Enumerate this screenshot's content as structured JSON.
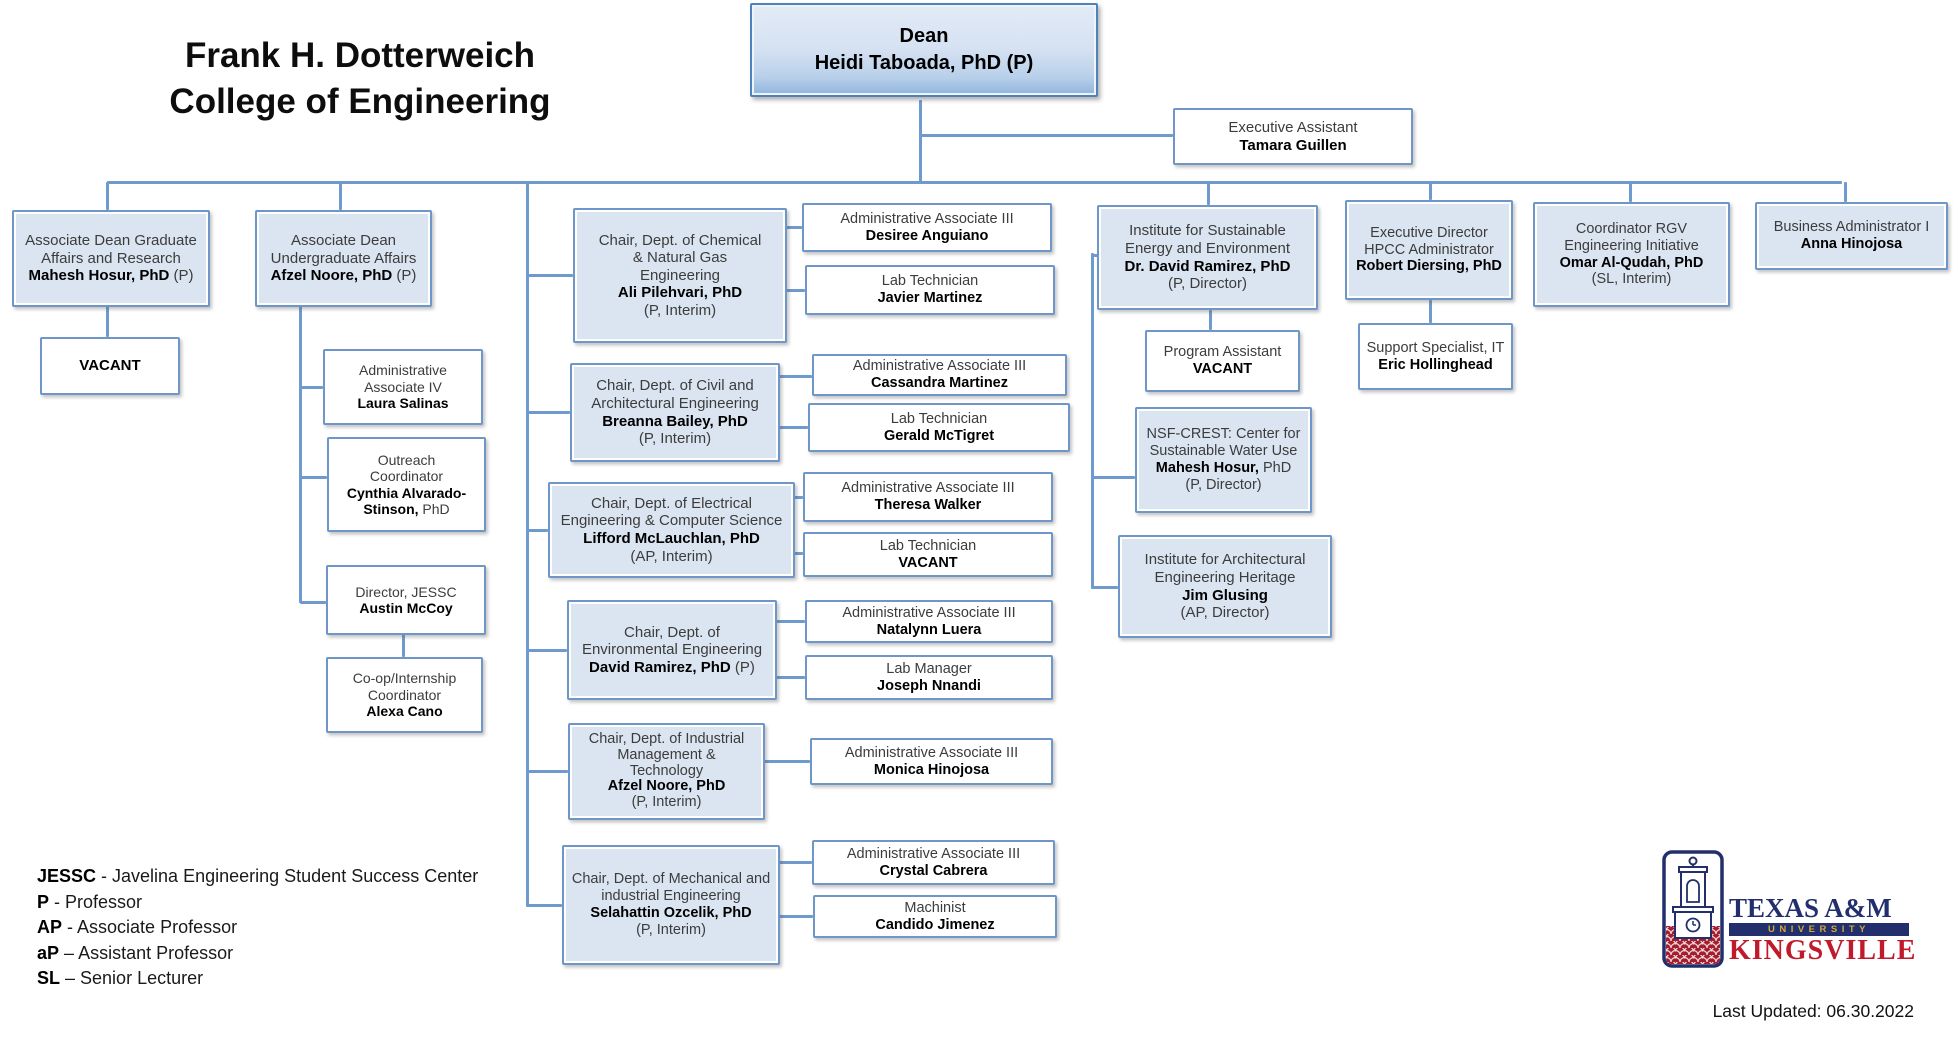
{
  "header": {
    "title_line1": "Frank H. Dotterweich",
    "title_line2": "College of Engineering"
  },
  "footer": {
    "last_updated": "Last Updated: 06.30.2022"
  },
  "colors": {
    "box_border": "#6e96c8",
    "box_fill_blue": "#dbe5f1",
    "connector": "#6f9acd",
    "dean_border": "#4f81bd",
    "logo_navy": "#232f6c",
    "logo_gold": "#d2a73c",
    "logo_red": "#c01a2b"
  },
  "logo": {
    "line1": "TEXAS A&M",
    "line2": "UNIVERSITY",
    "line3": "KINGSVILLE"
  },
  "legend": {
    "items": [
      {
        "abbr": "JESSC",
        "sep": " - ",
        "text": "Javelina Engineering Student Success Center"
      },
      {
        "abbr": "P",
        "sep": " - ",
        "text": "Professor"
      },
      {
        "abbr": "AP",
        "sep": " - ",
        "text": "Associate Professor"
      },
      {
        "abbr": "aP",
        "sep": " – ",
        "text": "Assistant Professor"
      },
      {
        "abbr": "SL",
        "sep": " – ",
        "text": "Senior Lecturer"
      }
    ]
  },
  "nodes": [
    {
      "id": "dean",
      "role": "Dean",
      "name": "Heidi Taboada, PhD (P)",
      "post": "",
      "note": ""
    },
    {
      "id": "execasst",
      "role": "Executive Assistant",
      "name": "Tamara Guillen",
      "post": "",
      "note": ""
    },
    {
      "id": "adg",
      "role": "Associate Dean Graduate\nAffairs and Research",
      "name": "Mahesh Hosur, PhD",
      "post": " (P)",
      "note": ""
    },
    {
      "id": "adu",
      "role": "Associate Dean\nUndergraduate Affairs",
      "name": "Afzel Noore, PhD",
      "post": " (P)",
      "note": ""
    },
    {
      "id": "vacg",
      "role": "",
      "name": "VACANT",
      "post": "",
      "note": ""
    },
    {
      "id": "aa4",
      "role": "Administrative\nAssociate IV",
      "name": "Laura Salinas",
      "post": "",
      "note": ""
    },
    {
      "id": "outreach",
      "role": "Outreach\nCoordinator",
      "name": "Cynthia Alvarado-Stinson,",
      "post": " PhD",
      "note": ""
    },
    {
      "id": "jessc",
      "role": "Director, JESSC",
      "name": "Austin McCoy",
      "post": "",
      "note": ""
    },
    {
      "id": "coop",
      "role": "Co-op/Internship\nCoordinator",
      "name": "Alexa Cano",
      "post": "",
      "note": ""
    },
    {
      "id": "chem",
      "role": "Chair, Dept. of Chemical\n& Natural Gas\nEngineering",
      "name": "Ali Pilehvari, PhD",
      "post": "",
      "note": "(P, Interim)"
    },
    {
      "id": "civil",
      "role": "Chair, Dept. of Civil and\nArchitectural Engineering",
      "name": "Breanna Bailey, PhD",
      "post": "",
      "note": "(P, Interim)"
    },
    {
      "id": "elec",
      "role": "Chair, Dept. of Electrical\nEngineering & Computer Science",
      "name": "Lifford McLauchlan, PhD",
      "post": "",
      "note": "(AP, Interim)"
    },
    {
      "id": "env",
      "role": "Chair, Dept. of\nEnvironmental Engineering",
      "name": "David Ramirez, PhD",
      "post": " (P)",
      "note": ""
    },
    {
      "id": "ind",
      "role": "Chair, Dept. of Industrial\nManagement &\nTechnology",
      "name": "Afzel Noore, PhD",
      "post": "",
      "note": "(P, Interim)"
    },
    {
      "id": "mech",
      "role": "Chair, Dept. of Mechanical and\nindustrial Engineering",
      "name": "Selahattin Ozcelik, PhD",
      "post": "",
      "note": "(P, Interim)"
    },
    {
      "id": "aa3chem",
      "role": "Administrative Associate III",
      "name": "Desiree Anguiano",
      "post": "",
      "note": ""
    },
    {
      "id": "labchem",
      "role": "Lab Technician",
      "name": "Javier Martinez",
      "post": "",
      "note": ""
    },
    {
      "id": "aa3civil",
      "role": "Administrative Associate III",
      "name": "Cassandra Martinez",
      "post": "",
      "note": ""
    },
    {
      "id": "labcivil",
      "role": "Lab Technician",
      "name": "Gerald McTigret",
      "post": "",
      "note": ""
    },
    {
      "id": "aa3elec",
      "role": "Administrative Associate III",
      "name": "Theresa Walker",
      "post": "",
      "note": ""
    },
    {
      "id": "labelec",
      "role": "Lab Technician",
      "name": "VACANT",
      "post": "",
      "note": ""
    },
    {
      "id": "aa3env",
      "role": "Administrative Associate III",
      "name": "Natalynn Luera",
      "post": "",
      "note": ""
    },
    {
      "id": "labenv",
      "role": "Lab Manager",
      "name": "Joseph Nnandi",
      "post": "",
      "note": ""
    },
    {
      "id": "aa3ind",
      "role": "Administrative Associate III",
      "name": "Monica Hinojosa",
      "post": "",
      "note": ""
    },
    {
      "id": "aa3mech",
      "role": "Administrative Associate III",
      "name": "Crystal Cabrera",
      "post": "",
      "note": ""
    },
    {
      "id": "mach",
      "role": "Machinist",
      "name": "Candido Jimenez",
      "post": "",
      "note": ""
    },
    {
      "id": "sust",
      "role": "Institute for Sustainable\nEnergy and Environment",
      "name": "Dr. David Ramirez, PhD",
      "post": "",
      "note": "(P, Director)"
    },
    {
      "id": "hpcc",
      "role": "Executive Director\nHPCC Administrator",
      "name": "Robert Diersing, PhD",
      "post": "",
      "note": ""
    },
    {
      "id": "rgv",
      "role": "Coordinator RGV\nEngineering Initiative",
      "name": "Omar Al-Qudah, PhD",
      "post": "",
      "note": "(SL, Interim)"
    },
    {
      "id": "ba",
      "role": "Business Administrator I",
      "name": "Anna Hinojosa",
      "post": "",
      "note": ""
    },
    {
      "id": "progasst",
      "role": "Program Assistant",
      "name": "VACANT",
      "post": "",
      "note": ""
    },
    {
      "id": "nsf",
      "role": "NSF-CREST: Center for\nSustainable Water Use",
      "name": "Mahesh Hosur,",
      "post": " PhD",
      "note": "(P, Director)"
    },
    {
      "id": "arch",
      "role": "Institute for Architectural\nEngineering Heritage",
      "name": "Jim Glusing",
      "post": "",
      "note": "(AP, Director)"
    },
    {
      "id": "support",
      "role": "Support Specialist, IT",
      "name": "Eric Hollinghead",
      "post": "",
      "note": ""
    }
  ]
}
